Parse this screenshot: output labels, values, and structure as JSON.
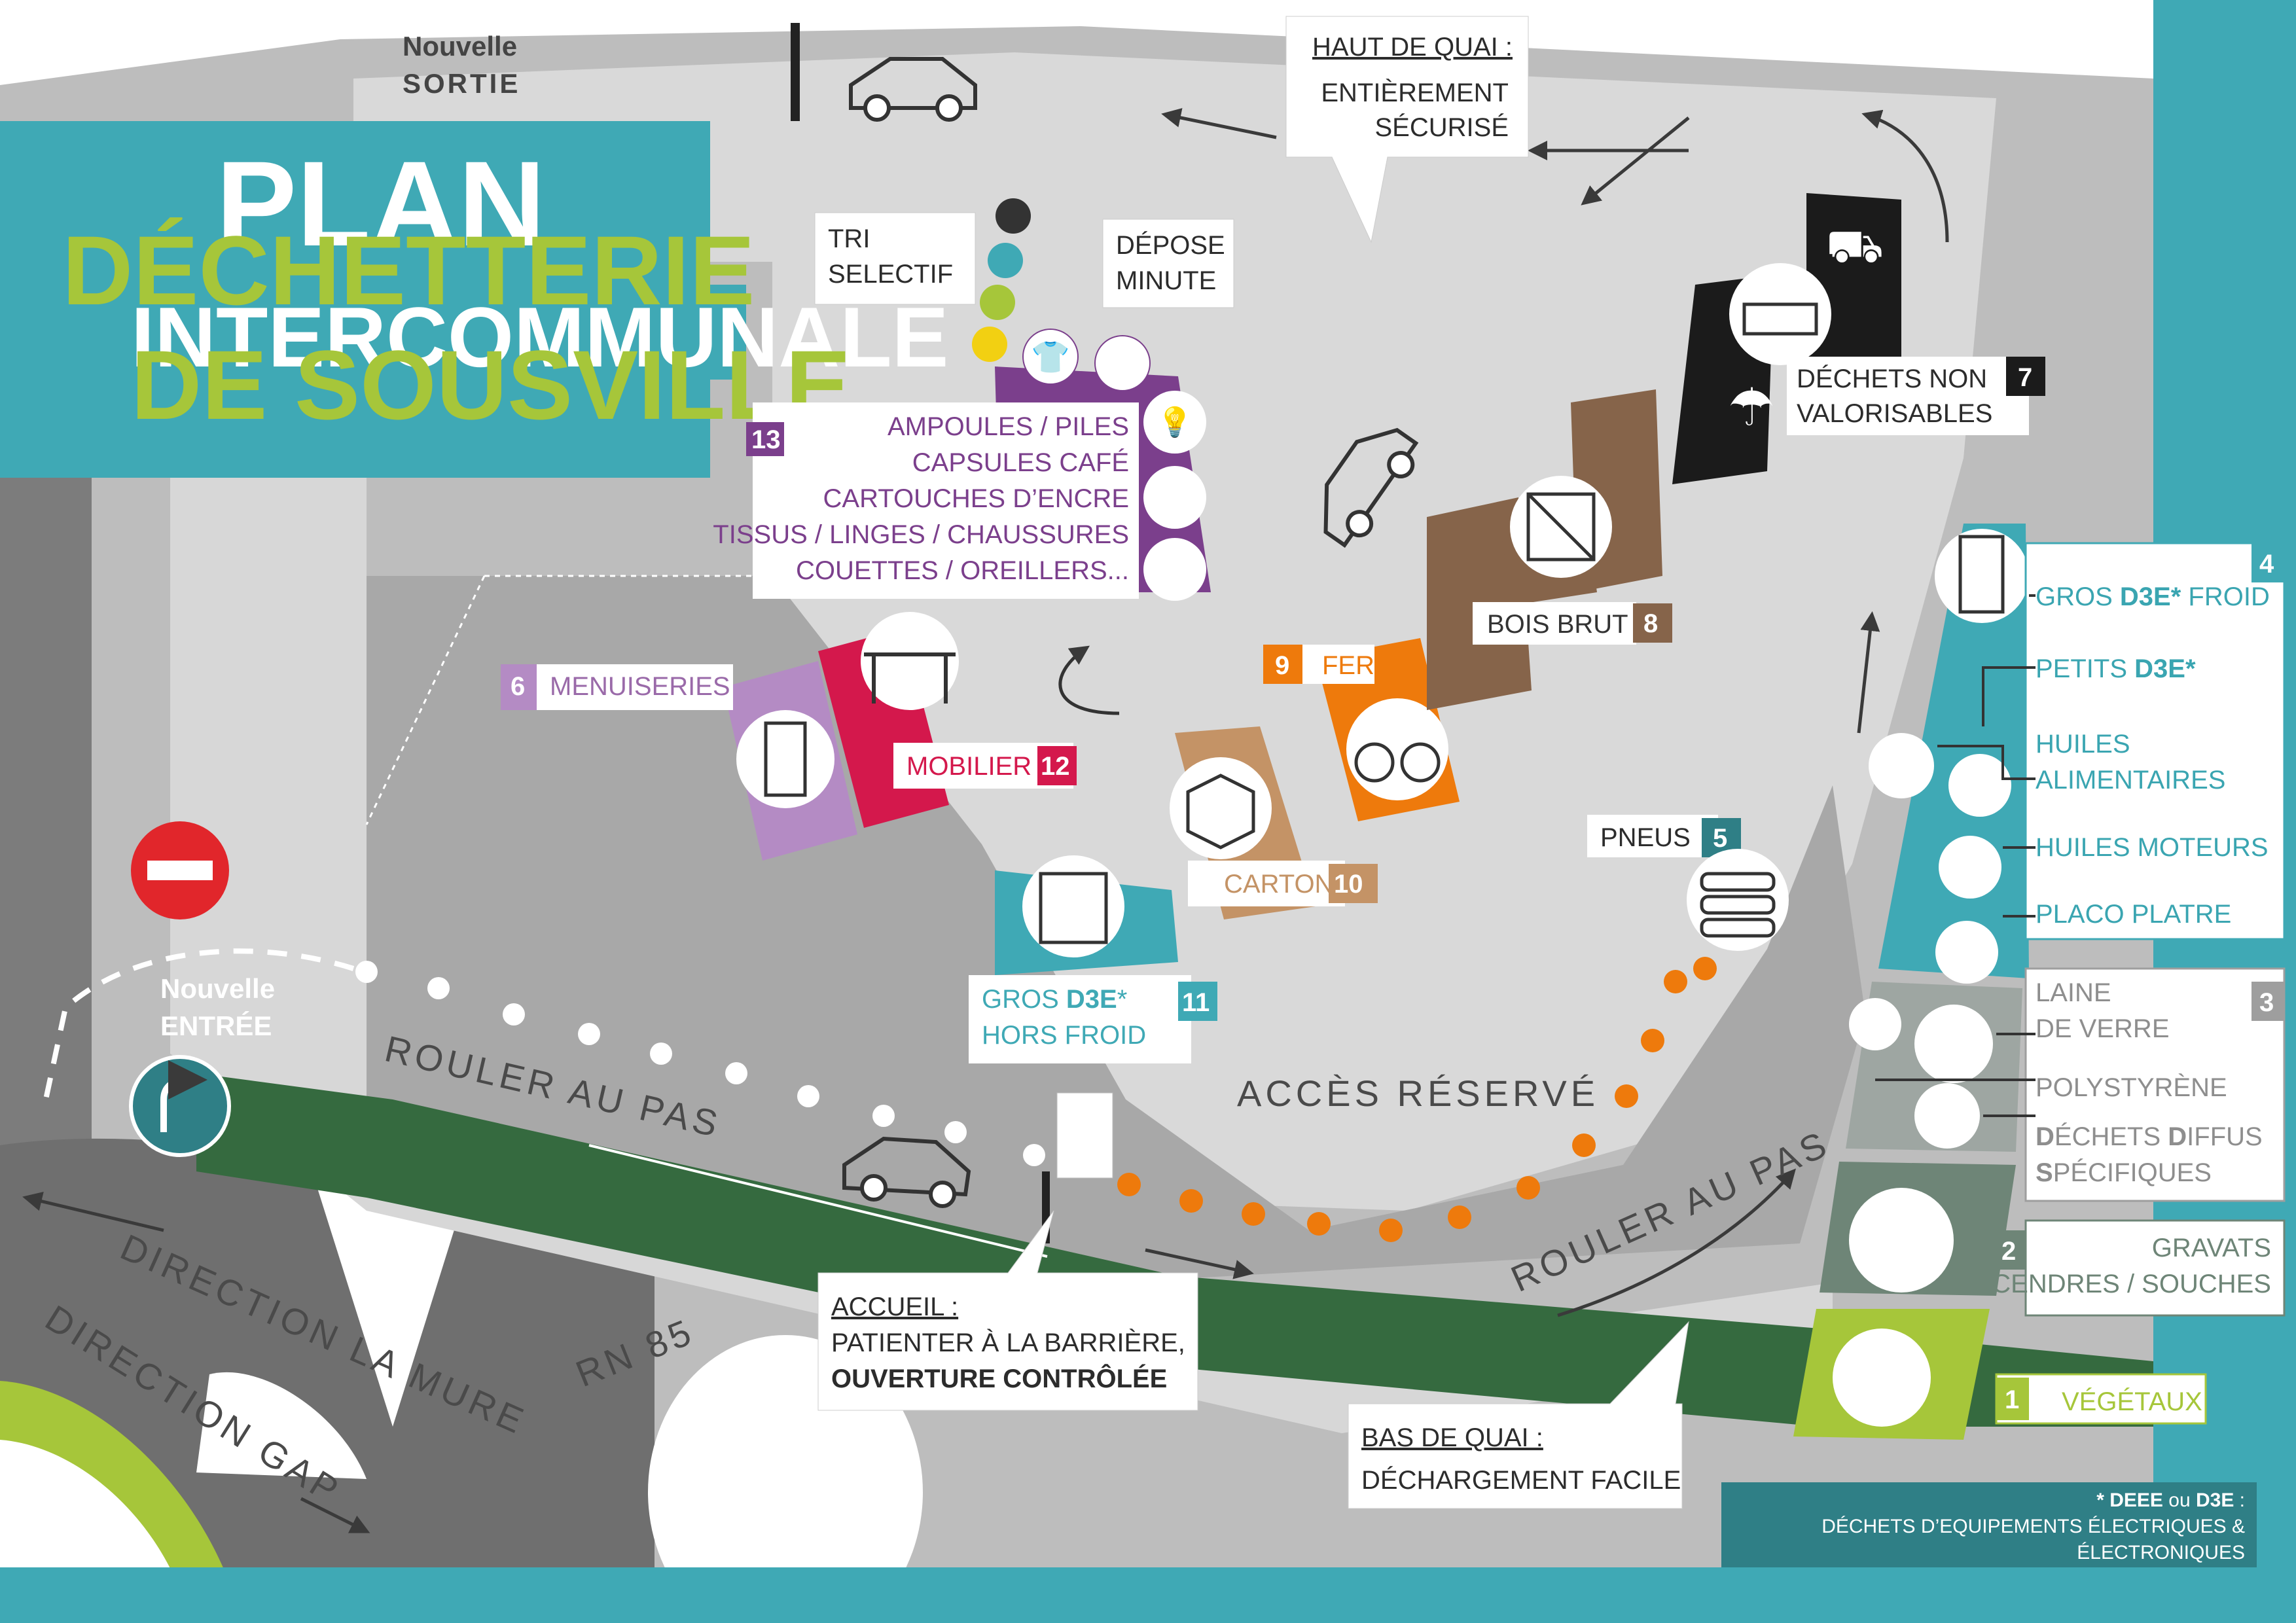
{
  "title": {
    "line1": "PLAN",
    "line2": "DÉCHETTERIE",
    "line3": "INTERCOMMUNALE",
    "line4": "DE SOUSVILLE"
  },
  "exit_label": {
    "line1": "Nouvelle",
    "line2": "SORTIE"
  },
  "entry_label": {
    "line1": "Nouvelle",
    "line2": "ENTRÉE"
  },
  "roads": {
    "rouler1": "ROULER AU PAS",
    "rouler2": "ROULER AU PAS",
    "acces": "ACCÈS RÉSERVÉ",
    "la_mure": "DIRECTION LA MURE",
    "gap": "DIRECTION GAP",
    "rn85": "RN 85"
  },
  "callouts": {
    "haut_title": "HAUT DE QUAI :",
    "haut_l1": "ENTIÈREMENT",
    "haut_l2": "SÉCURISÉ",
    "accueil_title": "ACCUEIL :",
    "accueil_l1": "PATIENTER À LA BARRIÈRE,",
    "accueil_l2": "OUVERTURE CONTRÔLÉE",
    "bas_title": "BAS DE QUAI :",
    "bas_l1": "DÉCHARGEMENT FACILE"
  },
  "tri": {
    "l1": "TRI",
    "l2": "SELECTIF"
  },
  "depose": {
    "l1": "DÉPOSE",
    "l2": "MINUTE"
  },
  "zone13": {
    "num": "13",
    "items": [
      "AMPOULES / PILES",
      "CAPSULES CAFÉ",
      "CARTOUCHES D’ENCRE",
      "TISSUS / LINGES / CHAUSSURES",
      "COUETTES / OREILLERS..."
    ]
  },
  "zones": {
    "z6": {
      "num": "6",
      "label": "MENUISERIES"
    },
    "z12": {
      "num": "12",
      "label": "MOBILIER"
    },
    "z9": {
      "num": "9",
      "label": "FER"
    },
    "z8": {
      "num": "8",
      "label": "BOIS BRUT"
    },
    "z7": {
      "num": "7",
      "l1": "DÉCHETS NON",
      "l2": "VALORISABLES"
    },
    "z10": {
      "num": "10",
      "label": "CARTON"
    },
    "z11": {
      "num": "11",
      "l1a": "GROS ",
      "l1b": "D3E",
      "l1c": "*",
      "l2": "HORS FROID"
    },
    "z5": {
      "num": "5",
      "label": "PNEUS"
    }
  },
  "right_panel": {
    "z4_num": "4",
    "froid_a": "GROS ",
    "froid_b": "D3E*",
    "froid_c": " FROID",
    "petits_a": "PETITS ",
    "petits_b": "D3E*",
    "huiles_alim_1": "HUILES",
    "huiles_alim_2": "ALIMENTAIRES",
    "huiles_moteurs": "HUILES MOTEURS",
    "placo": "PLACO PLATRE",
    "z3_num": "3",
    "laine_1": "LAINE",
    "laine_2": "DE VERRE",
    "polystyrene": "POLYSTYRÈNE",
    "diffus_1a": "D",
    "diffus_1b": "ÉCHETS ",
    "diffus_1c": "D",
    "diffus_1d": "IFFUS",
    "diffus_2a": "S",
    "diffus_2b": "PÉCIFIQUES",
    "z2_num": "2",
    "gravats": "GRAVATS",
    "cendres": "CENDRES / SOUCHES",
    "z1_num": "1",
    "vegetaux": "VÉGÉTAUX"
  },
  "footnote": {
    "l1a": "* DEEE",
    "l1b": " ou ",
    "l1c": "D3E",
    "l1d": " :",
    "l2": "DÉCHETS D’EQUIPEMENTS ÉLECTRIQUES &",
    "l3": "ÉLECTRONIQUES"
  },
  "colors": {
    "teal": "#3fa9b5",
    "green": "#a6c63a",
    "purple": "#7b3f8c",
    "lilac": "#b48bc4",
    "crimson": "#d4184c",
    "orange": "#ee7a0c",
    "brown": "#86644a",
    "tan": "#c49366",
    "dark_green": "#356a3f",
    "black": "#1b1b1b"
  },
  "icons": [
    "car-icon",
    "tshirt-icon",
    "coffee-capsule-icon",
    "bulb-icon",
    "battery-icon",
    "ink-cartridge-icon",
    "pillow-icon",
    "door-icon",
    "table-icon",
    "dishwasher-icon",
    "box-icon",
    "bicycle-icon",
    "crate-icon",
    "basket-icon",
    "umbrella-icon",
    "stroller-icon",
    "tires-icon",
    "fridge-icon",
    "iron-icon",
    "oil-can-icon",
    "motor-oil-icon",
    "placo-icon",
    "insulation-roll-icon",
    "polystyrene-icon",
    "paint-bucket-icon",
    "wheelbarrow-icon",
    "branch-icon",
    "no-entry-icon",
    "turn-right-icon"
  ]
}
